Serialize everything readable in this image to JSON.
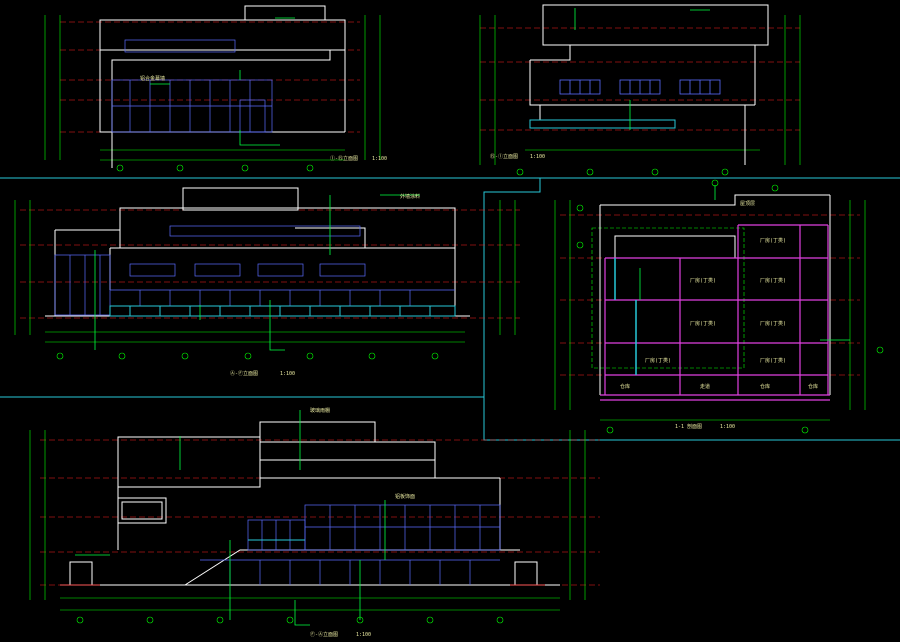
{
  "colors": {
    "background": "#000000",
    "outline": "#ffffff",
    "dimension": "#00ff00",
    "axis": "#ff2020",
    "glazing": "#5a6cff",
    "frame_cyan": "#27c8d8",
    "section_magenta": "#e040e0",
    "leader": "#00ff40",
    "text_label": "#e8e8a0"
  },
  "drawings": [
    {
      "id": "elev-a",
      "title": "①-⑮立面图",
      "scale": "1:100"
    },
    {
      "id": "elev-b",
      "title": "⑮-①立面图",
      "scale": "1:100"
    },
    {
      "id": "elev-c",
      "title": "Ⓐ-Ⓕ立面图",
      "scale": "1:100"
    },
    {
      "id": "section-1",
      "title": "1-1 剖面图",
      "scale": "1:100"
    },
    {
      "id": "elev-d",
      "title": "Ⓕ-Ⓐ立面图",
      "scale": "1:100"
    }
  ],
  "section_rooms": [
    "厂房(丁类)",
    "厂房(丁类)",
    "厂房(丁类)",
    "厂房(丁类)",
    "厂房(丁类)",
    "厂房(丁类)",
    "厂房(丁类)"
  ],
  "section_ground_labels": [
    "仓库",
    "走道",
    "仓库",
    "仓库"
  ],
  "section_top_label": "屋顶层",
  "elevation_notes": [
    "铝合金幕墙",
    "外墙涂料",
    "玻璃雨棚",
    "铝板饰面"
  ]
}
